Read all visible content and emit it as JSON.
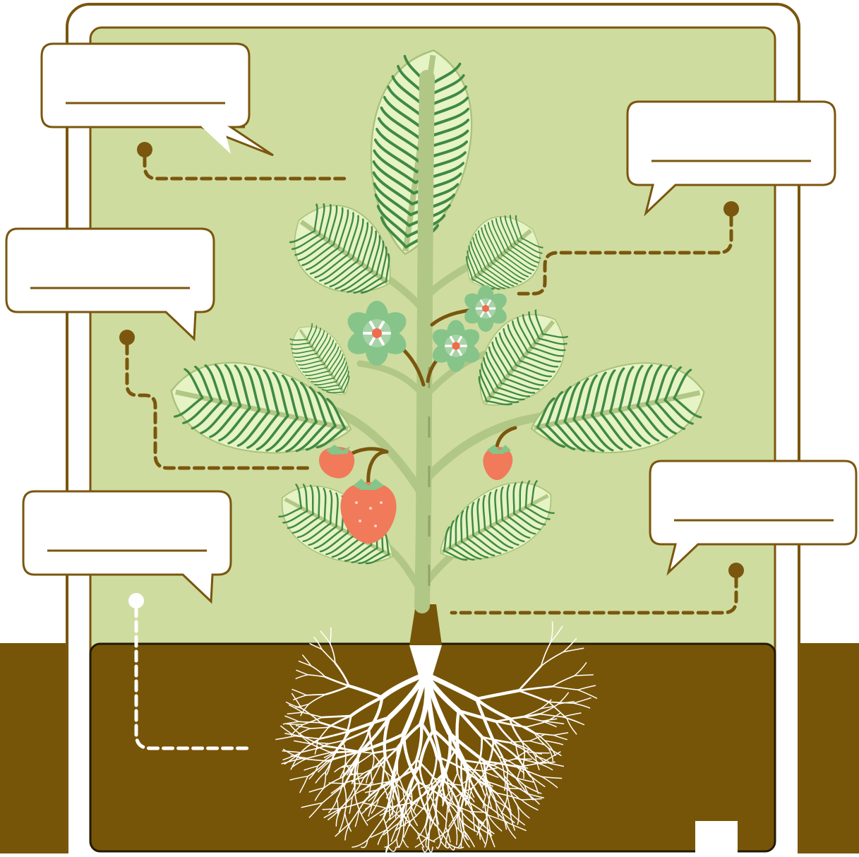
{
  "diagram": {
    "title": "",
    "colors": {
      "background": "#ffffff",
      "frame": "#7a560e",
      "panel": "#cfdc9f",
      "soil": "#775508",
      "stem": "#b1c786",
      "leaf_fill": "#e6f3c4",
      "leaf_vein": "#3f8a43",
      "flower_petal": "#86c48a",
      "flower_center": "#ef6c4f",
      "berry": "#f07a5a",
      "root": "#ffffff",
      "connector": "#7a560e",
      "connector_soil": "#ffffff"
    },
    "callouts": [
      {
        "id": "flower-label",
        "text": ""
      },
      {
        "id": "leaf-label",
        "text": ""
      },
      {
        "id": "fruit-label",
        "text": ""
      },
      {
        "id": "seed-label",
        "text": ""
      },
      {
        "id": "stem-label",
        "text": ""
      },
      {
        "id": "root-label",
        "text": ""
      }
    ],
    "parts": [
      "leaf",
      "flower",
      "fruit",
      "stem",
      "root"
    ]
  }
}
